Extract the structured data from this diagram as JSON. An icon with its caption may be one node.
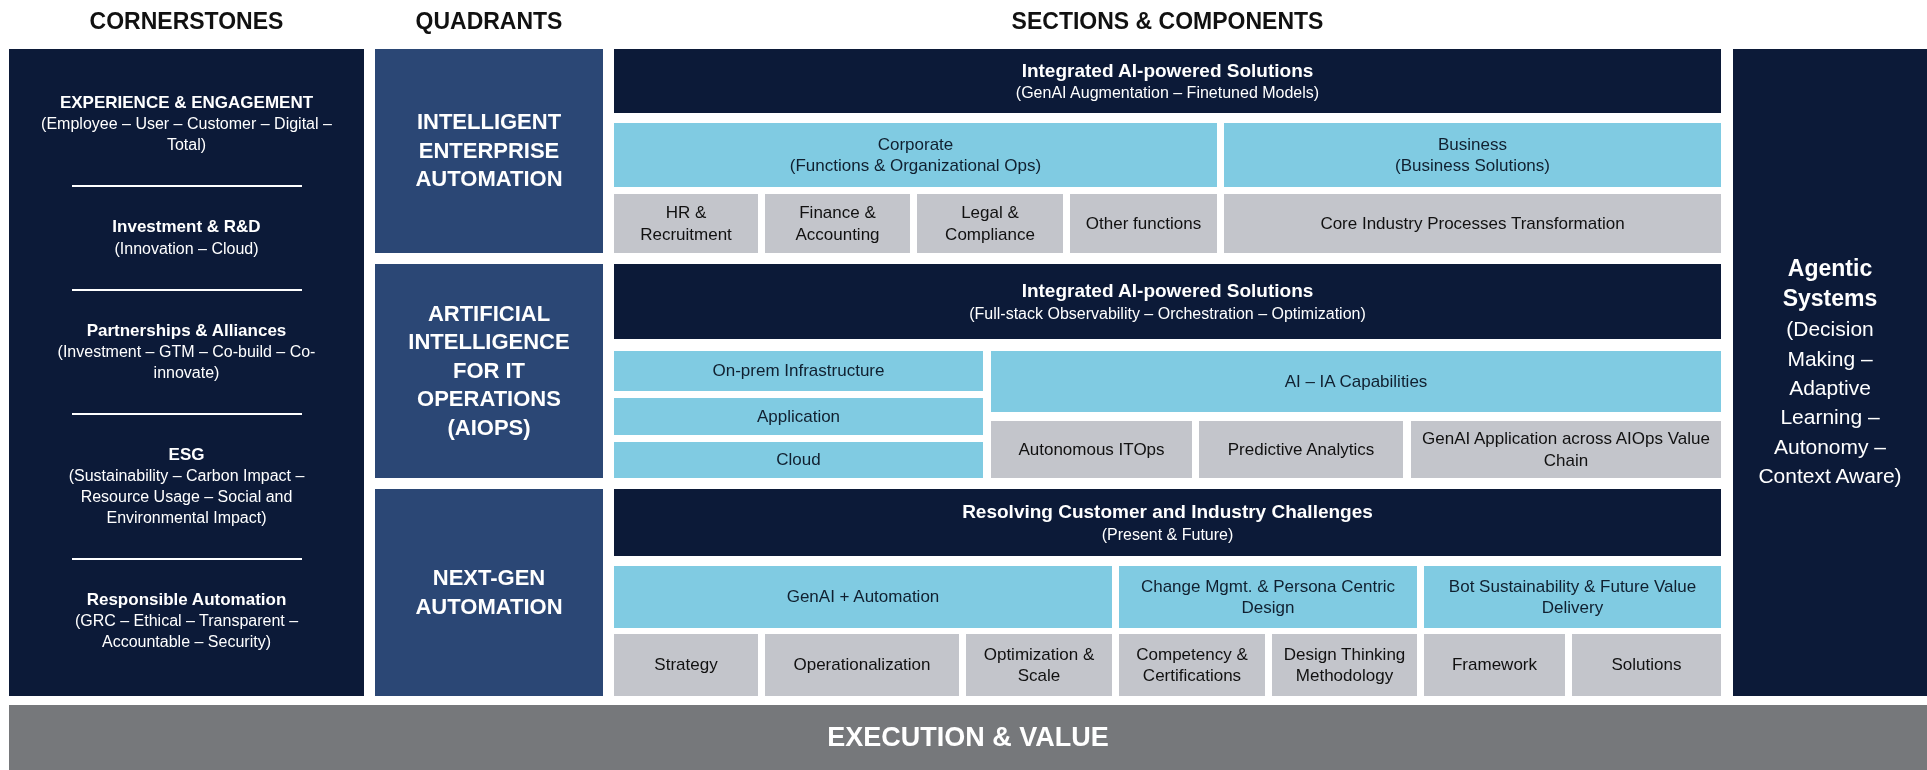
{
  "diagram": {
    "nodes": [
      {
        "text": [
          "EXPERIENCE & ENGAGEMENT",
          "(Employee – User – Customer – Digital – Total)",
          "Investment & R&D",
          "(Innovation – Cloud)",
          "Partnerships & Alliances",
          "(Investment – GTM – Co-build – Co-innovate)",
          "ESG",
          "(Sustainability – Carbon Impact – Resource Usage – Social and Environmental Impact)",
          "Responsible Automation",
          "(GRC – Ethical – Transparent – Accountable – Security)"
        ]
      },
      {
        "text": [
          "INTELLIGENT ENTERPRISE AUTOMATION"
        ]
      },
      {
        "text": [
          "ARTIFICIAL INTELLIGENCE FOR IT OPERATIONS (AIOPS)"
        ]
      },
      {
        "text": [
          "NEXT-GEN AUTOMATION"
        ]
      },
      {
        "text": [
          "Integrated AI-powered Solutions",
          "(GenAI Augmentation – Finetuned Models)"
        ]
      },
      {
        "text": [
          "Corporate",
          "(Functions & Organizational Ops)"
        ]
      },
      {
        "text": [
          "Business",
          "(Business Solutions)"
        ]
      },
      {
        "text": [
          "HR & Recruitment"
        ]
      },
      {
        "text": [
          "Finance & Accounting"
        ]
      },
      {
        "text": [
          "Legal & Compliance"
        ]
      },
      {
        "text": [
          "Other functions"
        ]
      },
      {
        "text": [
          "Core Industry Processes Transformation"
        ]
      },
      {
        "text": [
          "Integrated AI-powered Solutions",
          "(Full-stack Observability – Orchestration – Optimization)"
        ]
      },
      {
        "text": [
          "On-prem Infrastructure"
        ]
      },
      {
        "text": [
          "Application"
        ]
      },
      {
        "text": [
          "Cloud"
        ]
      },
      {
        "text": [
          "AI – IA Capabilities"
        ]
      },
      {
        "text": [
          "Autonomous ITOps"
        ]
      },
      {
        "text": [
          "Predictive Analytics"
        ]
      },
      {
        "text": [
          "GenAI Application across AIOps Value Chain"
        ]
      },
      {
        "text": [
          "Resolving Customer and Industry Challenges",
          "(Present & Future)"
        ]
      },
      {
        "text": [
          "GenAI + Automation"
        ]
      },
      {
        "text": [
          "Change Mgmt. & Persona Centric Design"
        ]
      },
      {
        "text": [
          "Bot Sustainability & Future Value Delivery"
        ]
      },
      {
        "text": [
          "Strategy"
        ]
      },
      {
        "text": [
          "Operationalization"
        ]
      },
      {
        "text": [
          "Optimization & Scale"
        ]
      },
      {
        "text": [
          "Competency & Certifications"
        ]
      },
      {
        "text": [
          "Design Thinking Methodology"
        ]
      },
      {
        "text": [
          "Framework"
        ]
      },
      {
        "text": [
          "Solutions"
        ]
      },
      {
        "text": [
          "Agentic Systems",
          "(Decision Making – Adaptive Learning – Autonomy – Context Aware)"
        ]
      },
      {
        "text": [
          "EXECUTION & VALUE"
        ]
      }
    ],
    "edges": [],
    "labels": [
      "CORNERSTONES",
      "QUADRANTS",
      "SECTIONS & COMPONENTS"
    ]
  }
}
